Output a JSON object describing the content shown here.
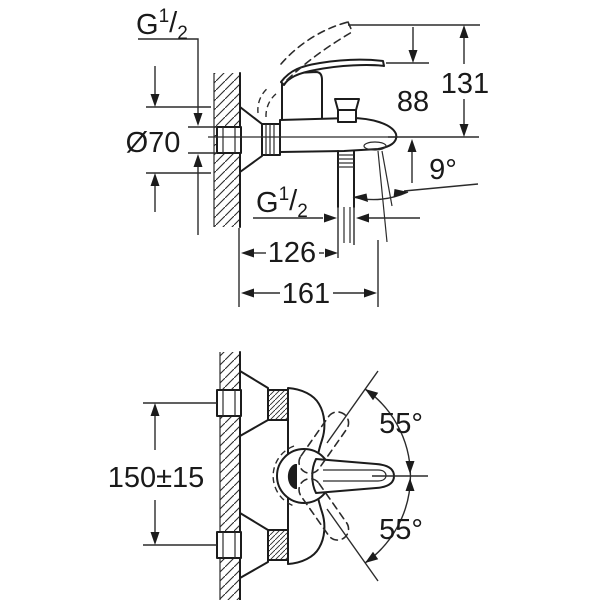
{
  "drawing": {
    "background_color": "#ffffff",
    "line_color": "#1c1c1c",
    "front_view": {
      "wall_thread_label": {
        "base": "G",
        "sup": "1",
        "slash": "/",
        "sub": "2"
      },
      "escutcheon_diameter": "Ø70",
      "total_height": "131",
      "body_height": "88",
      "spout_angle": "9°",
      "outlet_thread_label": {
        "base": "G",
        "sup": "1",
        "slash": "/",
        "sub": "2"
      },
      "spout_center_reach": "126",
      "spout_total_reach": "161"
    },
    "plan_view": {
      "connection_spacing": "150±15",
      "lever_swing_upper": "55°",
      "lever_swing_lower": "55°"
    }
  }
}
